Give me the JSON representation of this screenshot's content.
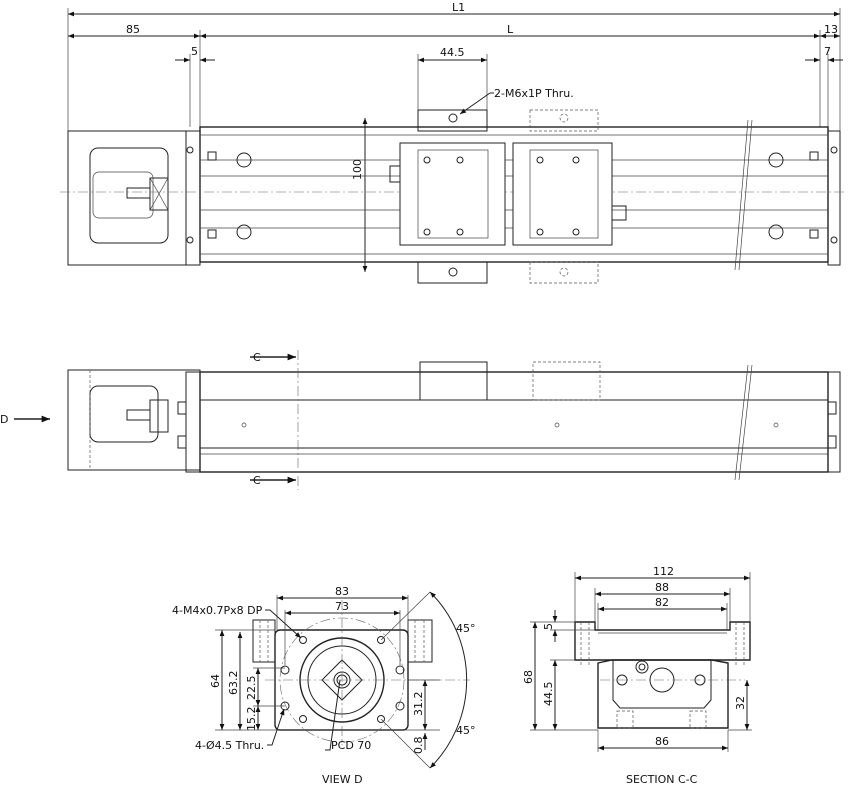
{
  "top_view": {
    "dims": {
      "L1": "L1",
      "L": "L",
      "d85": "85",
      "d13": "13",
      "d5": "5",
      "d7": "7",
      "d44_5": "44.5",
      "d100": "100"
    },
    "callout_thru": "2-M6x1P Thru."
  },
  "side_view": {
    "section_marker_top": "C",
    "section_marker_bottom": "C",
    "view_marker": "D"
  },
  "view_d": {
    "title": "VIEW D",
    "dims": {
      "d83": "83",
      "d73": "73",
      "d64": "64",
      "d63_2": "63.2",
      "d22_5": "22.5",
      "d15_2": "15.2",
      "d31_2": "31.2",
      "d0_8": "0.8",
      "angle_top": "45°",
      "angle_bottom": "45°"
    },
    "callout_tap": "4-M4x0.7Px8 DP",
    "callout_hole": "4-Ø4.5 Thru.",
    "callout_pcd": "PCD 70"
  },
  "section_cc": {
    "title": "SECTION C-C",
    "dims": {
      "d112": "112",
      "d88": "88",
      "d82": "82",
      "d68": "68",
      "d44_5": "44.5",
      "d5": "5",
      "d32": "32",
      "d86": "86"
    }
  }
}
